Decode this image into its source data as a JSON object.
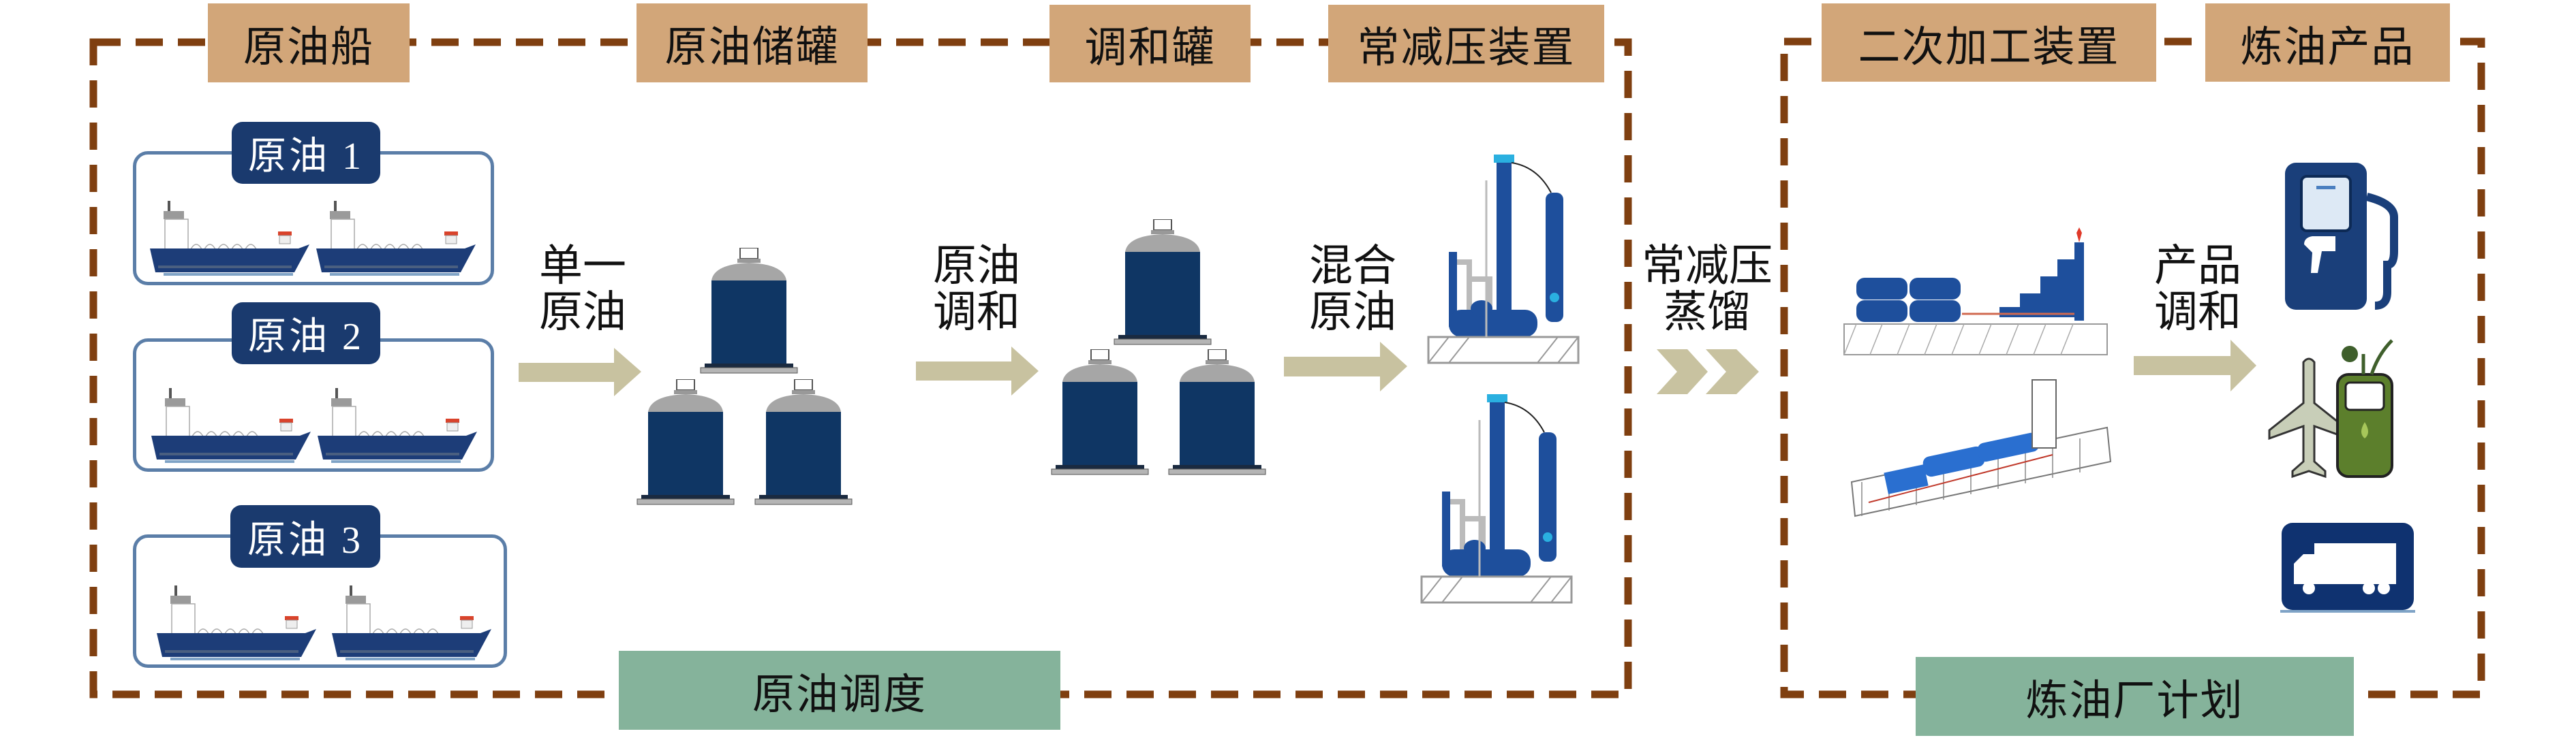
{
  "colors": {
    "border_dashed": "#7f3f10",
    "stage_label_bg": "#d2a679",
    "plan_label_bg": "#85b39b",
    "equipment_navy": "#1a3a6e",
    "arrow": "#c8c2a0",
    "ship_group_border": "#5b7ea8"
  },
  "stages": {
    "crude_ship": "原油船",
    "crude_tank": "原油储罐",
    "blend_tank": "调和罐",
    "cdu": "常减压装置",
    "secondary": "二次加工装置",
    "products": "炼油产品"
  },
  "ship_groups": [
    {
      "label": "原油 1"
    },
    {
      "label": "原油 2"
    },
    {
      "label": "原油 3"
    }
  ],
  "flows": {
    "single_crude": [
      "单一",
      "原油"
    ],
    "crude_blend": [
      "原油",
      "调和"
    ],
    "mixed_crude": [
      "混合",
      "原油"
    ],
    "distillation": [
      "常减压",
      "蒸馏"
    ],
    "product_blend": [
      "产品",
      "调和"
    ]
  },
  "plans": {
    "crude_scheduling": "原油调度",
    "refinery_planning": "炼油厂计划"
  },
  "icons": [
    "ship-icon",
    "storage-tank-icon",
    "distillation-unit-icon",
    "secondary-processing-unit-icon",
    "fuel-pump-icon",
    "aviation-biofuel-icon",
    "truck-tanker-icon",
    "arrow-right-icon",
    "double-chevron-icon"
  ]
}
